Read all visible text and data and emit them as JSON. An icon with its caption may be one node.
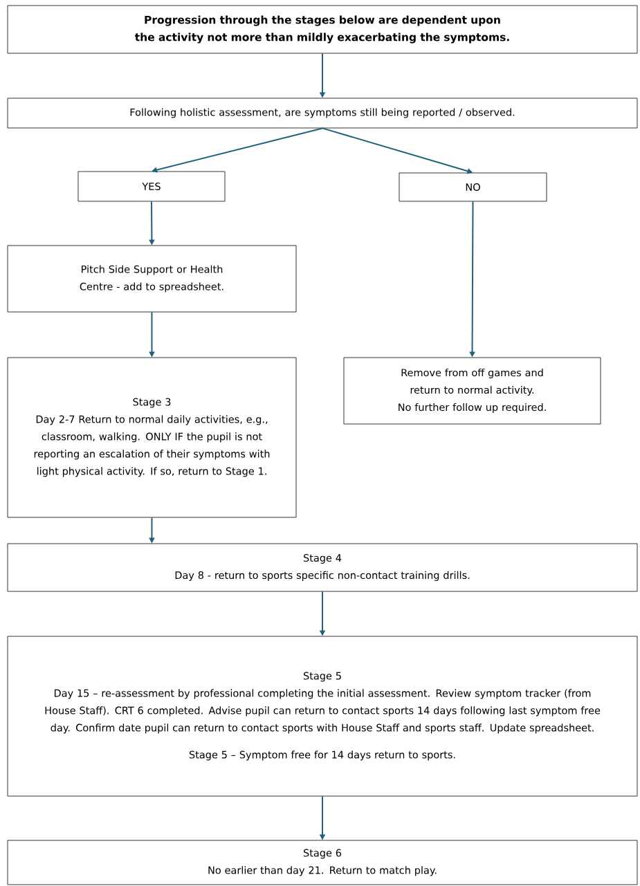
{
  "diagram": {
    "nodes": [
      {
        "text": [
          "Progression through the stages below are dependent upon the activity not more than mildly exacerbating the symptoms."
        ]
      },
      {
        "text": [
          "Following holistic assessment, are symptoms still being reported / observed."
        ]
      },
      {
        "text": [
          "YES"
        ]
      },
      {
        "text": [
          "NO"
        ]
      },
      {
        "text": [
          "Pitch Side Support or Health Centre - add to spreadsheet."
        ]
      },
      {
        "text": [
          "Stage 3",
          "Day 2-7 Return to normal daily activities, e.g., classroom, walking. ONLY IF the pupil is not reporting an escalation of their symptoms with light physical activity. If so, return to Stage 1."
        ]
      },
      {
        "text": [
          "Remove from off games and return to normal activity.",
          "No further follow up required."
        ]
      },
      {
        "text": [
          "Stage 4",
          "Day 8 - return to sports specific non-contact training drills."
        ]
      },
      {
        "text": [
          "Stage 5",
          "Day 15 – re-assessment by professional completing the initial assessment. Review symptom tracker (from House Staff). CRT 6 completed. Advise pupil can return to contact sports 14 days following last symptom free day. Confirm date pupil can return to contact sports with House Staff and sports staff. Update spreadsheet.",
          "Stage 5 – Symptom free for 14 days return to sports."
        ]
      },
      {
        "text": [
          "Stage 6",
          "No earlier than day 21. Return to match play."
        ]
      }
    ],
    "edges": [
      {
        "from": 0,
        "to": 1,
        "arrow": "to"
      },
      {
        "from": 1,
        "to": 2,
        "arrow": "to"
      },
      {
        "from": 1,
        "to": 3,
        "arrow": "to"
      },
      {
        "from": 2,
        "to": 4,
        "arrow": "to"
      },
      {
        "from": 4,
        "to": 5,
        "arrow": "to"
      },
      {
        "from": 3,
        "to": 6,
        "arrow": "to"
      },
      {
        "from": 5,
        "to": 7,
        "arrow": "to"
      },
      {
        "from": 7,
        "to": 8,
        "arrow": "to"
      },
      {
        "from": 8,
        "to": 9,
        "arrow": "to"
      }
    ]
  }
}
